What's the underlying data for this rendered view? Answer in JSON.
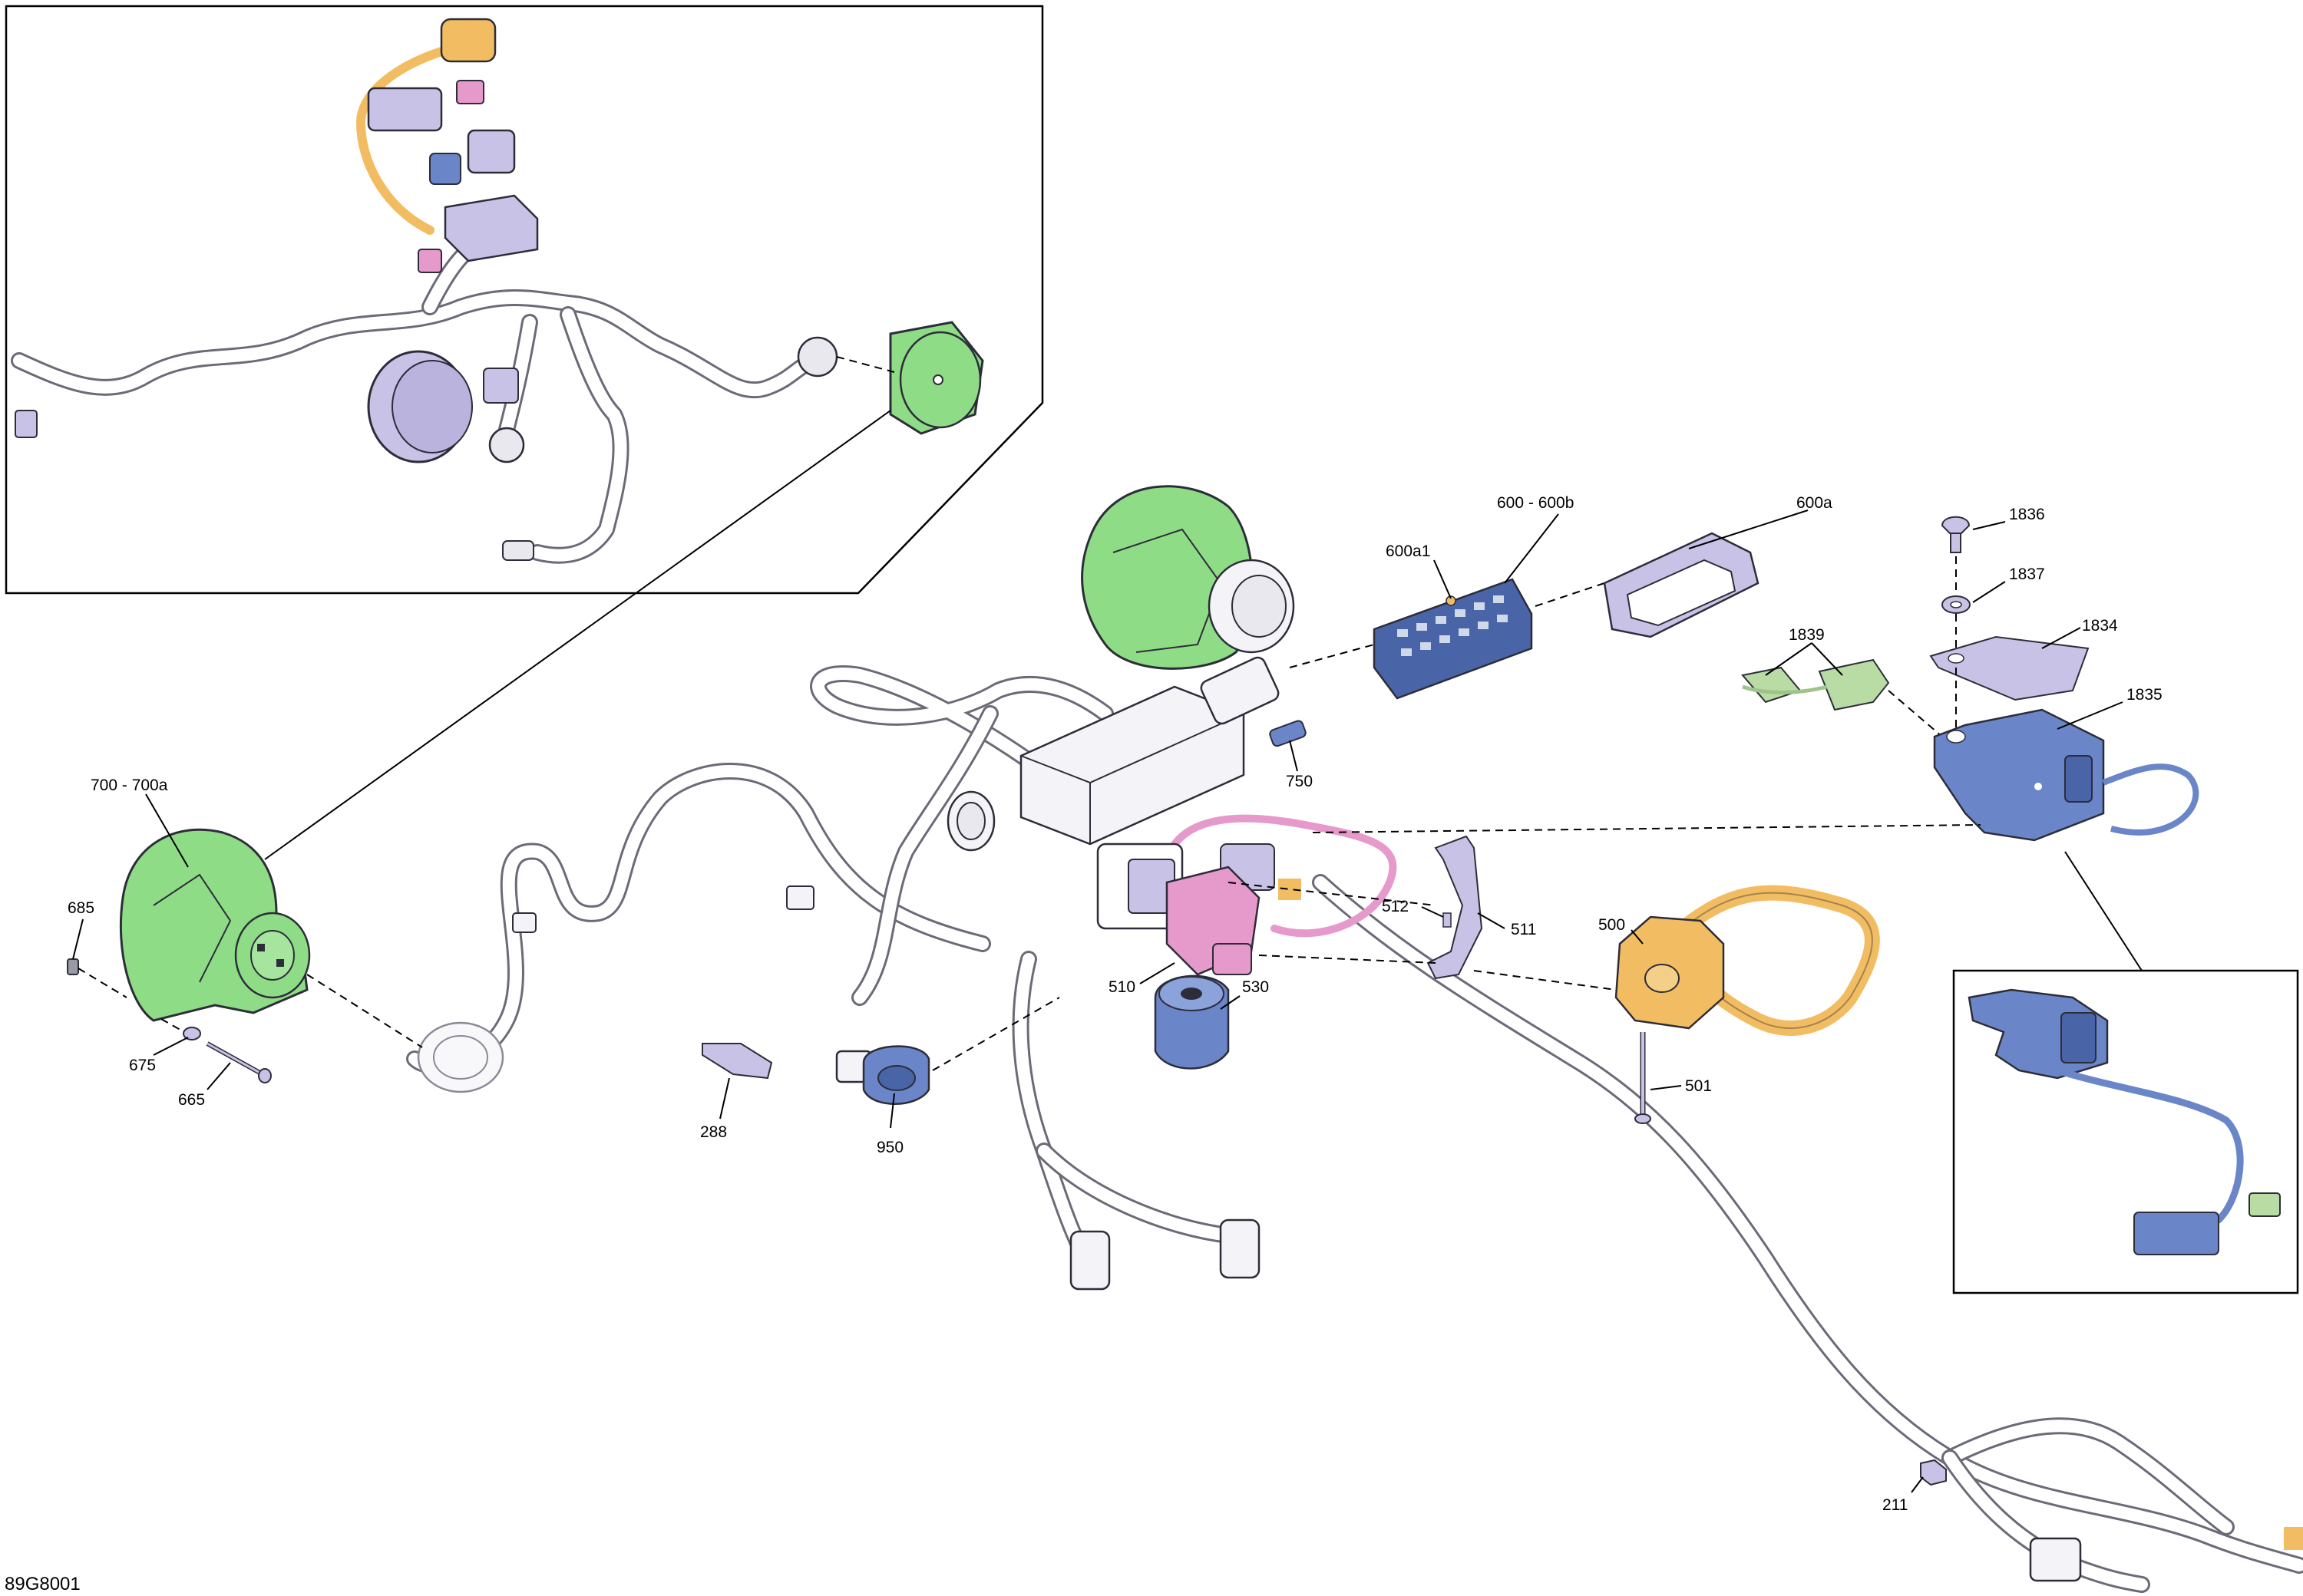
{
  "figure": {
    "reference_code": "89G8001",
    "callouts": [
      {
        "id": "c-700",
        "text": "700 - 700a"
      },
      {
        "id": "c-685",
        "text": "685"
      },
      {
        "id": "c-675",
        "text": "675"
      },
      {
        "id": "c-665",
        "text": "665"
      },
      {
        "id": "c-288",
        "text": "288"
      },
      {
        "id": "c-950",
        "text": "950"
      },
      {
        "id": "c-750",
        "text": "750"
      },
      {
        "id": "c-510",
        "text": "510"
      },
      {
        "id": "c-530",
        "text": "530"
      },
      {
        "id": "c-512",
        "text": "512"
      },
      {
        "id": "c-511",
        "text": "511"
      },
      {
        "id": "c-500",
        "text": "500"
      },
      {
        "id": "c-501",
        "text": "501"
      },
      {
        "id": "c-600a1",
        "text": "600a1"
      },
      {
        "id": "c-600",
        "text": "600 - 600b"
      },
      {
        "id": "c-600a",
        "text": "600a"
      },
      {
        "id": "c-1836",
        "text": "1836"
      },
      {
        "id": "c-1837",
        "text": "1837"
      },
      {
        "id": "c-1834",
        "text": "1834"
      },
      {
        "id": "c-1839",
        "text": "1839"
      },
      {
        "id": "c-1835",
        "text": "1835"
      },
      {
        "id": "c-211",
        "text": "211"
      }
    ]
  },
  "colors": {
    "headlamp_green": "#8fdc86",
    "switch_blue": "#6a86c8",
    "connector_pink": "#e59acb",
    "switch_orange": "#f2bd62",
    "bracket_lavender": "#c8c2e6",
    "relay_green": "#b9dca4",
    "outline": "#2d2d3a"
  }
}
